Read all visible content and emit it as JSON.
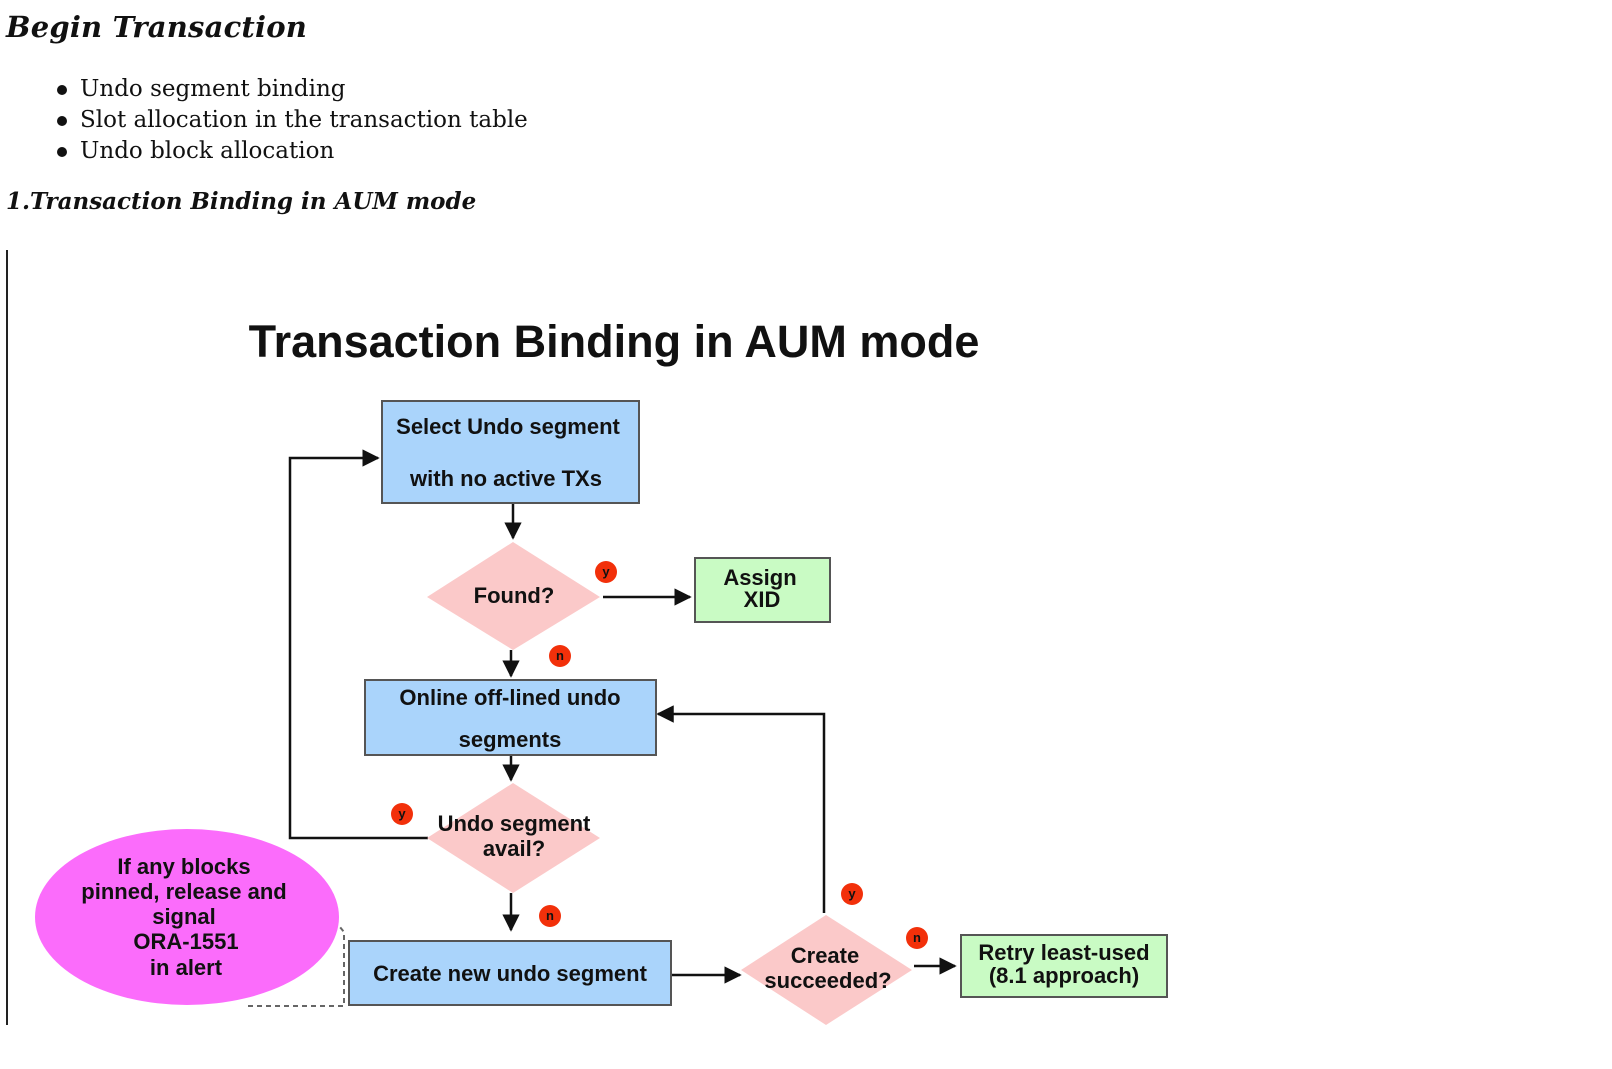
{
  "heading": "Begin Transaction",
  "bullets": [
    "Undo segment binding",
    "Slot allocation in the transaction table",
    "Undo block allocation"
  ],
  "section_heading": "1.Transaction Binding in AUM mode",
  "diagram": {
    "title": "Transaction Binding in AUM mode",
    "select_box": [
      "Select Undo segment",
      "with no active TXs"
    ],
    "found": "Found?",
    "assign": [
      "Assign",
      "XID"
    ],
    "online": [
      "Online off-lined undo",
      "segments"
    ],
    "undo_avail": [
      "Undo segment",
      "avail?"
    ],
    "create_new": "Create new undo segment",
    "create_succeeded": [
      "Create",
      "succeeded?"
    ],
    "retry": [
      "Retry least-used",
      "(8.1 approach)"
    ],
    "note": [
      "If any blocks",
      "pinned, release and",
      "signal",
      "ORA-1551",
      "in alert"
    ],
    "badges": {
      "yes": "y",
      "no": "n"
    },
    "colors": {
      "process": "#aad4fb",
      "decision": "#fbc9c9",
      "terminal": "#c9fbc4",
      "note": "#fb6cfb",
      "badge": "#f2300a"
    }
  }
}
